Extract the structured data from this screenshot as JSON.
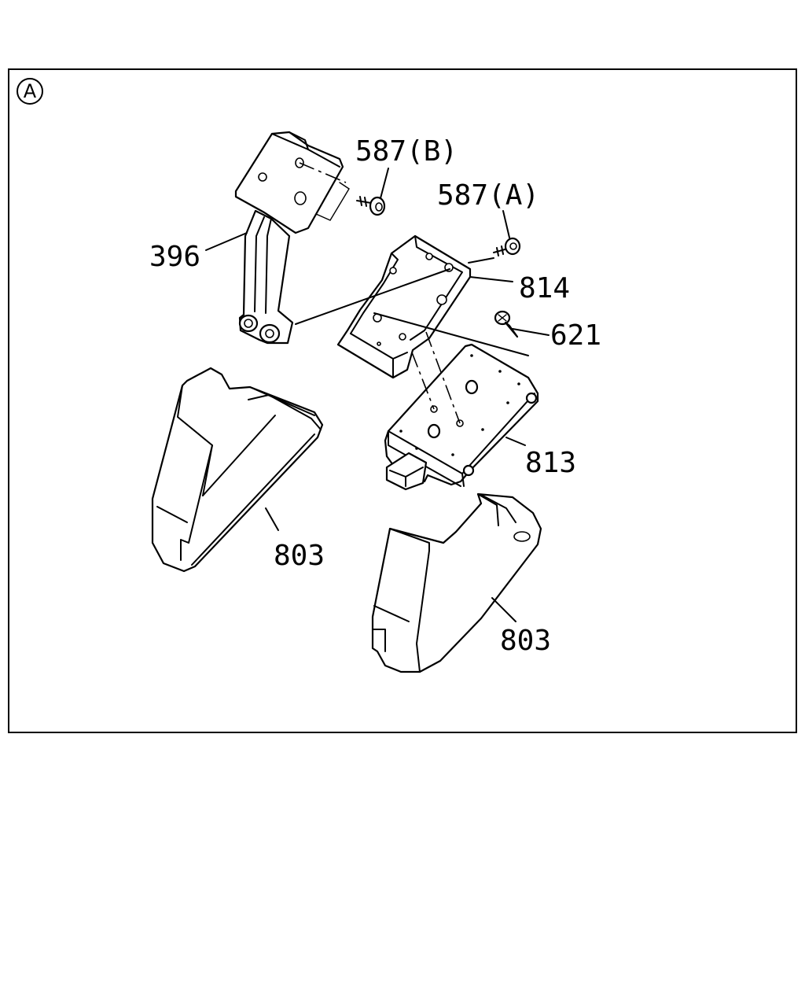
{
  "view_marker": "A",
  "callouts": {
    "c587b": "587(B)",
    "c587a": "587(A)",
    "c396": "396",
    "c814": "814",
    "c621": "621",
    "c813": "813",
    "c803_left": "803",
    "c803_right": "803"
  }
}
